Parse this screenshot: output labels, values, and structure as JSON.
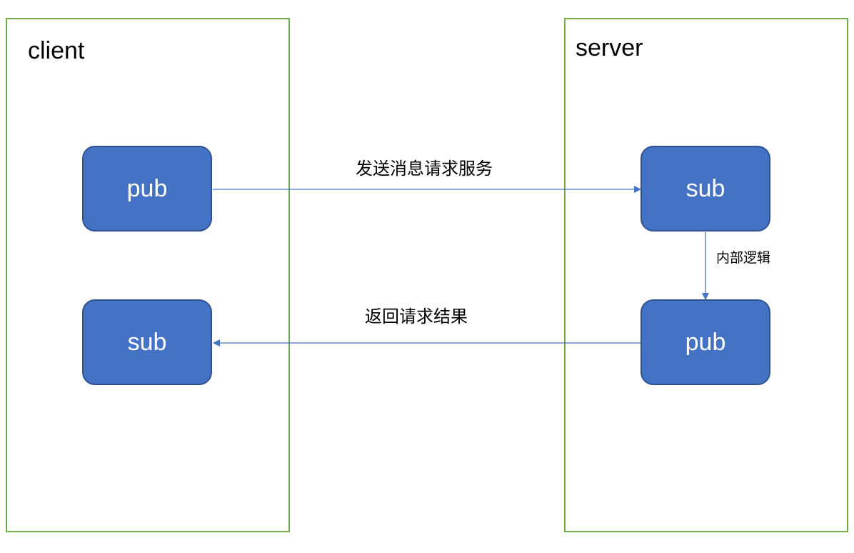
{
  "diagram": {
    "client": {
      "title": "client",
      "pub": "pub",
      "sub": "sub"
    },
    "server": {
      "title": "server",
      "sub": "sub",
      "pub": "pub"
    },
    "edges": {
      "request": "发送消息请求服务",
      "internal": "内部逻辑",
      "response": "返回请求结果"
    },
    "colors": {
      "container_border": "#70ad47",
      "node_fill": "#4472c4",
      "node_border": "#2f528f",
      "arrow": "#4472c4"
    }
  }
}
